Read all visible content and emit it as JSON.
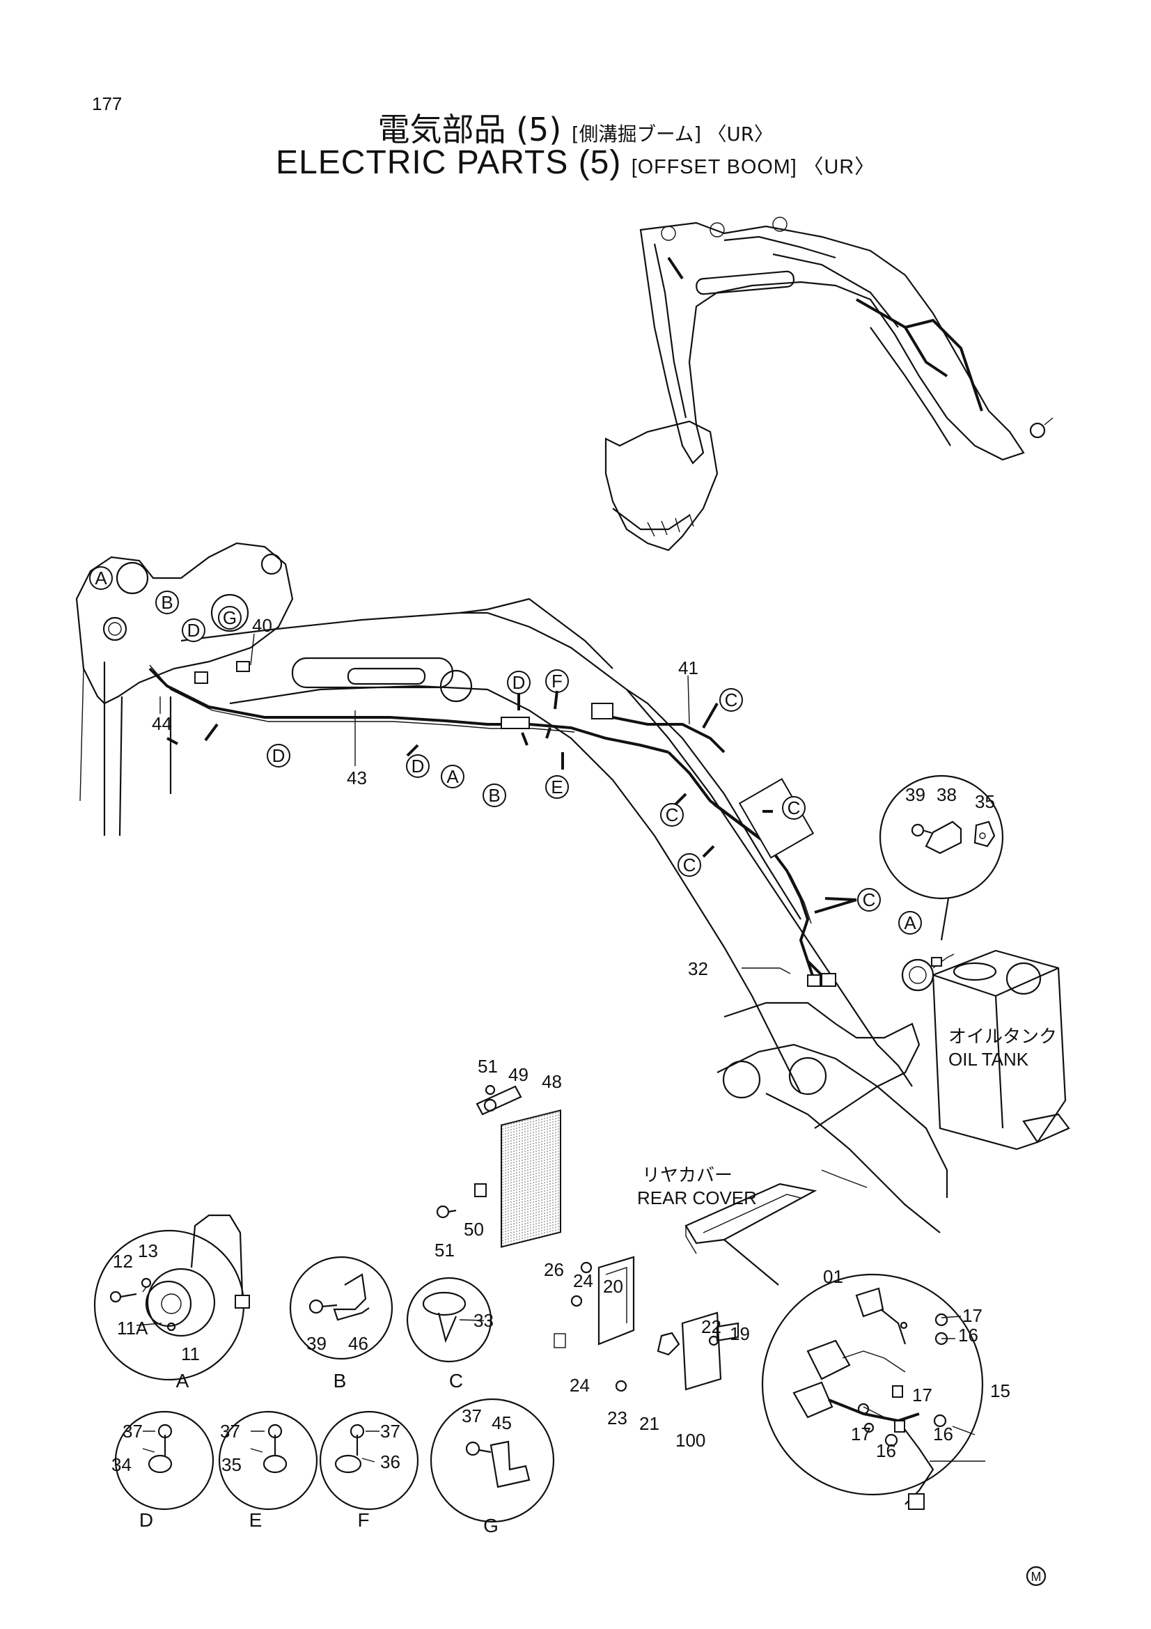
{
  "page_number": "177",
  "title": {
    "jp_main": "電気部品 (5)",
    "jp_sub": "[側溝掘ブーム] 〈UR〉",
    "en_main": "ELECTRIC  PARTS  (5)",
    "en_sub": "[OFFSET  BOOM]  〈UR〉"
  },
  "labels": {
    "oil_tank_jp": "オイルタンク",
    "oil_tank_en": "OIL  TANK",
    "rear_cover_jp": "リヤカバー",
    "rear_cover_en": "REAR  COVER",
    "mark": "M"
  },
  "callouts": {
    "A": "A",
    "B": "B",
    "C": "C",
    "D": "D",
    "E": "E",
    "F": "F",
    "G": "G"
  },
  "part_numbers": {
    "p01": "01",
    "p11": "11",
    "p11a": "11A",
    "p12": "12",
    "p13": "13",
    "p15": "15",
    "p16": "16",
    "p17": "17",
    "p19": "19",
    "p20": "20",
    "p21": "21",
    "p22": "22",
    "p23": "23",
    "p24": "24",
    "p26": "26",
    "p32": "32",
    "p33": "33",
    "p34": "34",
    "p35": "35",
    "p36": "36",
    "p37": "37",
    "p38": "38",
    "p39": "39",
    "p40": "40",
    "p41": "41",
    "p43": "43",
    "p44": "44",
    "p45": "45",
    "p46": "46",
    "p48": "48",
    "p49": "49",
    "p50": "50",
    "p51": "51",
    "p100": "100"
  },
  "detail_titles": [
    "A",
    "B",
    "C",
    "D",
    "E",
    "F",
    "G"
  ]
}
